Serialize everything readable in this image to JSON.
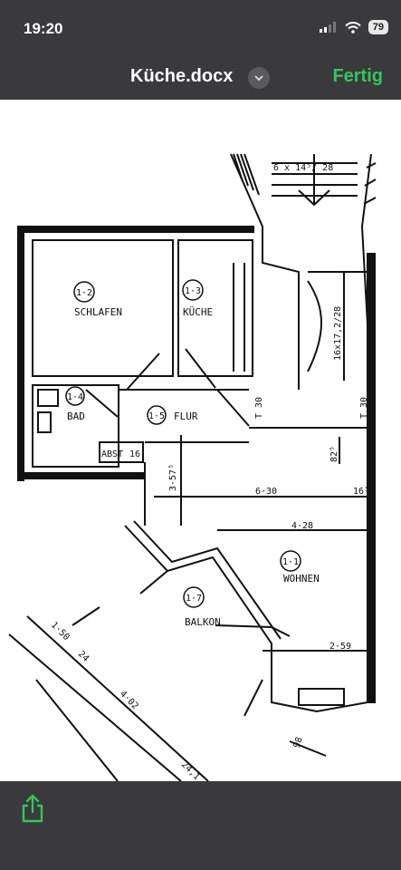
{
  "status": {
    "time": "19:20",
    "battery": "79"
  },
  "nav": {
    "title": "Küche.docx",
    "done_label": "Fertig"
  },
  "plan": {
    "rooms": [
      {
        "id": "1·2",
        "name": "SCHLAFEN"
      },
      {
        "id": "1·3",
        "name": "KÜCHE"
      },
      {
        "id": "1·4",
        "name": "BAD"
      },
      {
        "id": "1·5",
        "name": "FLUR"
      },
      {
        "id": "1·1",
        "name": "WOHNEN"
      },
      {
        "id": "1·7",
        "name": "BALKON"
      }
    ],
    "labels": {
      "abst": "ABST",
      "abst_num": "16",
      "stairs_top": "6 x 14⁵/ 28",
      "stairs_run": "16x17,2/28",
      "t30_left": "T 30",
      "t30_right": "T 30",
      "d_825": "82⁵",
      "d_357": "3·57⁵",
      "d_630": "6·30",
      "d_16": "16⁵",
      "d_428": "4·28",
      "d_259": "2·59",
      "d_150": "1·50",
      "d_24": "24",
      "d_402": "4·02",
      "d_98": "98",
      "d_241": "24,1"
    }
  },
  "toolbar": {
    "share_icon": "share-icon"
  }
}
